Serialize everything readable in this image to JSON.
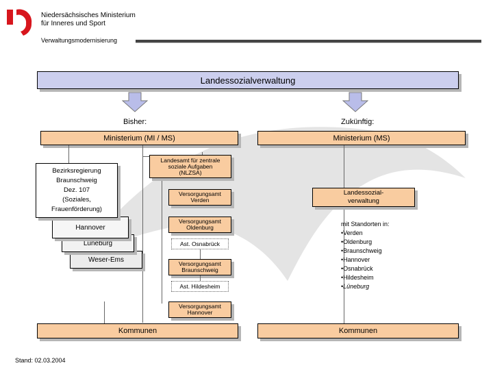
{
  "header": {
    "ministry_line1": "Niedersächsisches Ministerium",
    "ministry_line2": "für Inneres und Sport",
    "subtitle": "Verwaltungsmodernisierung",
    "logo_icon": "niedersachsen-logo",
    "accent_color": "#d7161d"
  },
  "title": "Landessozialverwaltung",
  "left": {
    "heading": "Bisher:",
    "ministry": "Ministerium (MI / MS)",
    "bezirksregierung": [
      "Bezirksregierung",
      "Braunschweig",
      "Dez. 107",
      "(Soziales,",
      "Frauenförderung)"
    ],
    "hannover": "Hannover",
    "lueneburg": "Lüneburg",
    "weser_ems": "Weser-Ems",
    "landesamt": [
      "Landesamt für zentrale",
      "soziale Aufgaben",
      "(NLZSA)"
    ],
    "offices": [
      [
        "Versorgungsamt",
        "Verden"
      ],
      [
        "Versorgungsamt",
        "Oldenburg"
      ],
      [
        "Ast. Osnabrück"
      ],
      [
        "Versorgungsamt",
        "Braunschweig"
      ],
      [
        "Ast. Hildesheim"
      ],
      [
        "Versorgungsamt",
        "Hannover"
      ]
    ],
    "kommunen": "Kommunen"
  },
  "right": {
    "heading": "Zukünftig:",
    "ministry": "Ministerium (MS)",
    "landessozial": [
      "Landessozial-",
      "verwaltung"
    ],
    "standorte_intro": "mit Standorten in:",
    "standorte": [
      "•Verden",
      "•Oldenburg",
      "•Braunschweig",
      "•Hannover",
      "•Osnabrück",
      "•Hildesheim",
      "•Lüneburg"
    ],
    "kommunen": "Kommunen"
  },
  "footer": {
    "stand": "Stand: 02.03.2004"
  }
}
